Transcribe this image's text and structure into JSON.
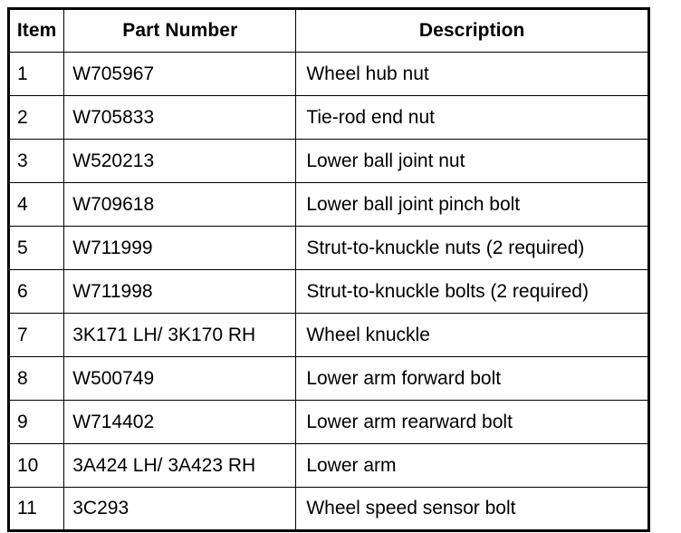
{
  "table": {
    "name": "suspension-fastener-parts-table",
    "columns": [
      {
        "key": "item",
        "label": "Item",
        "align": "center"
      },
      {
        "key": "part_number",
        "label": "Part Number",
        "align": "center"
      },
      {
        "key": "description",
        "label": "Description",
        "align": "center"
      }
    ],
    "rows": [
      {
        "item": "1",
        "part_number": "W705967",
        "description": "Wheel hub nut"
      },
      {
        "item": "2",
        "part_number": "W705833",
        "description": "Tie-rod end nut"
      },
      {
        "item": "3",
        "part_number": "W520213",
        "description": "Lower ball joint nut"
      },
      {
        "item": "4",
        "part_number": "W709618",
        "description": "Lower ball joint pinch bolt"
      },
      {
        "item": "5",
        "part_number": "W711999",
        "description": "Strut-to-knuckle nuts (2 required)"
      },
      {
        "item": "6",
        "part_number": "W711998",
        "description": "Strut-to-knuckle bolts (2 required)"
      },
      {
        "item": "7",
        "part_number": "3K171 LH/ 3K170 RH",
        "description": "Wheel knuckle"
      },
      {
        "item": "8",
        "part_number": "W500749",
        "description": "Lower arm forward bolt"
      },
      {
        "item": "9",
        "part_number": "W714402",
        "description": "Lower arm rearward bolt"
      },
      {
        "item": "10",
        "part_number": "3A424 LH/ 3A423 RH",
        "description": "Lower arm"
      },
      {
        "item": "11",
        "part_number": "3C293",
        "description": "Wheel speed sensor bolt"
      }
    ]
  },
  "style": {
    "background_color": "#ffffff",
    "text_color": "#000000",
    "border_color": "#000000"
  }
}
